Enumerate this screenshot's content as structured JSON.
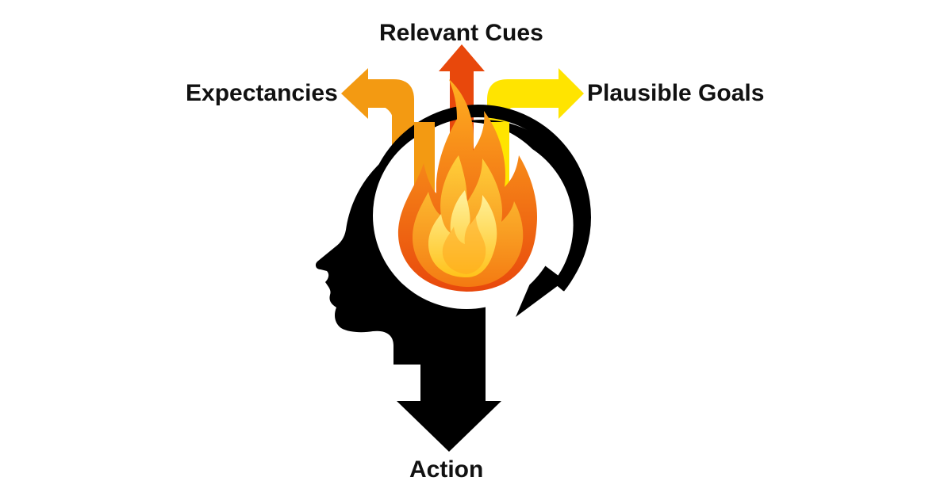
{
  "labels": {
    "top": "Relevant Cues",
    "left": "Expectancies",
    "right": "Plausible Goals",
    "bottom": "Action"
  },
  "colors": {
    "head": "#000000",
    "arrow_left": "#f39a12",
    "arrow_center": "#e8480c",
    "arrow_right": "#ffe400",
    "flame_outer": "#f36b0c",
    "flame_mid": "#f7941d",
    "flame_inner": "#ffd21f",
    "text": "#111111"
  },
  "icons": {
    "head": "head-silhouette-icon",
    "flame": "flame-icon",
    "cycle": "circular-arrow-icon"
  }
}
